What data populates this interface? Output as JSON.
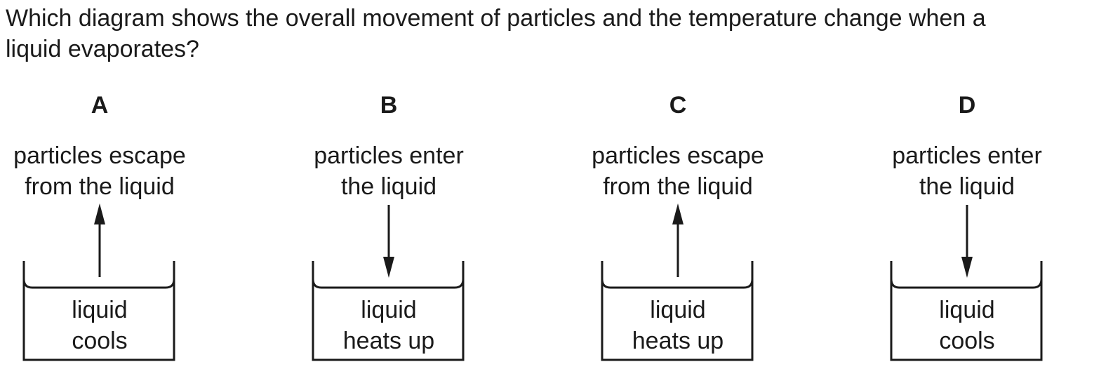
{
  "question": {
    "line1": "Which diagram shows the overall movement of particles and the temperature change when a",
    "line2": "liquid evaporates?"
  },
  "options": [
    {
      "letter": "A",
      "particles_line1": "particles escape",
      "particles_line2": "from the liquid",
      "arrow": "up",
      "liquid_line1": "liquid",
      "liquid_line2": "cools"
    },
    {
      "letter": "B",
      "particles_line1": "particles enter",
      "particles_line2": "the liquid",
      "arrow": "down",
      "liquid_line1": "liquid",
      "liquid_line2": "heats up"
    },
    {
      "letter": "C",
      "particles_line1": "particles escape",
      "particles_line2": "from the liquid",
      "arrow": "up",
      "liquid_line1": "liquid",
      "liquid_line2": "heats up"
    },
    {
      "letter": "D",
      "particles_line1": "particles enter",
      "particles_line2": "the liquid",
      "arrow": "down",
      "liquid_line1": "liquid",
      "liquid_line2": "cools"
    }
  ]
}
